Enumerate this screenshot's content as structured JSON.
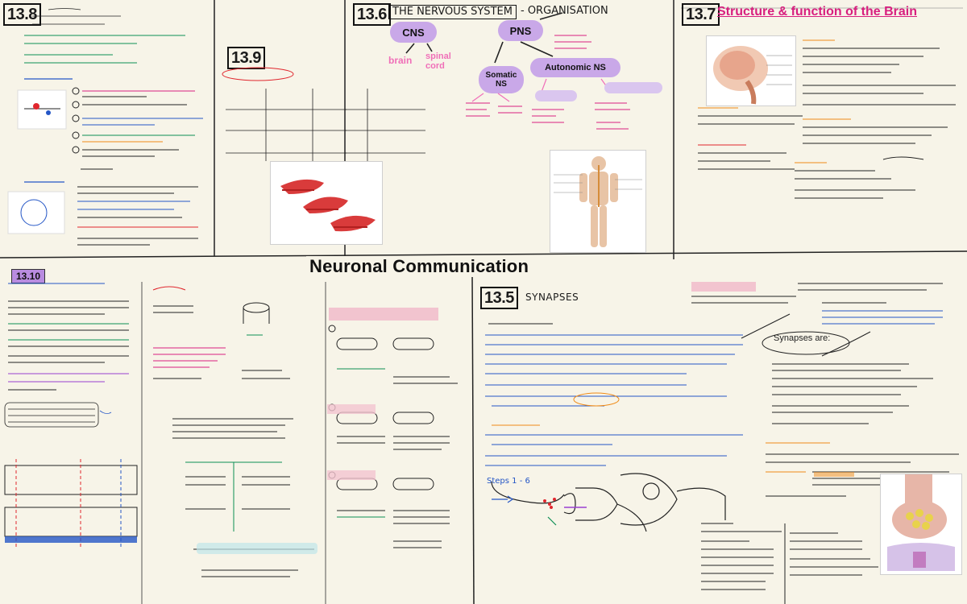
{
  "main_title": "Neuronal Communication",
  "colors": {
    "background": "#f7f4e8",
    "pink": "#f06fb8",
    "purple": "#c9a8e8",
    "blue": "#2456c6",
    "green": "#0e8f55",
    "orange": "#ef8a17",
    "red": "#e0262d",
    "magenta": "#d81f7f"
  },
  "panel_13_8": {
    "number": "13.8"
  },
  "panel_13_9": {
    "number": "13.9"
  },
  "panel_13_6": {
    "number": "13.6",
    "heading": "THE NERVOUS SYSTEM",
    "subheading": "- ORGANISATION",
    "cns": "CNS",
    "pns": "PNS",
    "brain": "brain",
    "spinal_cord": "spinal\ncord",
    "somatic": "Somatic\nNS",
    "autonomic": "Autonomic NS"
  },
  "panel_13_7": {
    "number": "13.7",
    "heading": "Structure & function of the Brain"
  },
  "panel_13_10": {
    "number": "13.10"
  },
  "panel_13_5": {
    "number": "13.5",
    "heading": "SYNAPSES",
    "synapses_are": "Synapses are:",
    "steps_label": "Steps 1 - 6"
  },
  "icons": [
    "brain-diagram",
    "muscle-tissue-image",
    "human-body-diagram",
    "synapse-photo",
    "nervous-system-arrows"
  ]
}
